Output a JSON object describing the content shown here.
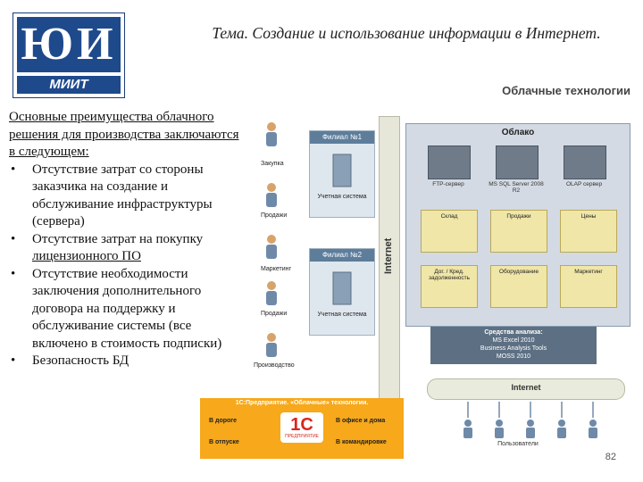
{
  "logo": {
    "letters": "ЮИ",
    "band": "МИИТ"
  },
  "title": "Тема. Создание и использование информации в Интернет.",
  "body": {
    "intro": "Основные преимущества облачного решения для производства заключаются в следующем:",
    "bullet": "•",
    "items": [
      {
        "pre": "Отсутствие затрат со стороны заказчика на создание и обслуживание инфраструктуры (сервера)",
        "u": "",
        "post": ""
      },
      {
        "pre": "Отсутствие затрат на покупку ",
        "u": "лицензионного ПО",
        "post": ""
      },
      {
        "pre": "Отсутствие необходимости заключения дополнительного договора на поддержку и обслуживание системы (все включено в стоимость подписки)",
        "u": "",
        "post": ""
      },
      {
        "pre": "Безопасность БД",
        "u": "",
        "post": ""
      }
    ]
  },
  "diagram": {
    "title": "Облачные технологии",
    "internet_vertical": "Internet",
    "cloud": "Облако",
    "filials": [
      {
        "name": "Филиал №1",
        "system": "Учетная система"
      },
      {
        "name": "Филиал №2",
        "system": "Учетная система"
      }
    ],
    "people": [
      "Закупка",
      "Продажи",
      "Маркетинг",
      "Продажи",
      "Производство"
    ],
    "servers": [
      "FTP-сервер",
      "MS SQL Server 2008 R2",
      "OLAP сервер"
    ],
    "cubes": [
      "Склад",
      "Продажи",
      "Цены",
      "Дог. / Кред. задолженность",
      "Оборудование",
      "Маркетинг"
    ],
    "tools": [
      "Средства анализа:",
      "MS Excel 2010",
      "Business Analysis Tools",
      "MOSS 2010"
    ],
    "internet_horizontal": "Internet",
    "users": "Пользователи"
  },
  "banner": {
    "heading": "1С:Предприятие. «Облачные» технологии.",
    "items": [
      "В дороге",
      "В офисе и дома",
      "В отпуске",
      "В командировке"
    ],
    "logo": "1С",
    "logo_sub": "ПРЕДПРИЯТИЕ"
  },
  "page_number": "82"
}
